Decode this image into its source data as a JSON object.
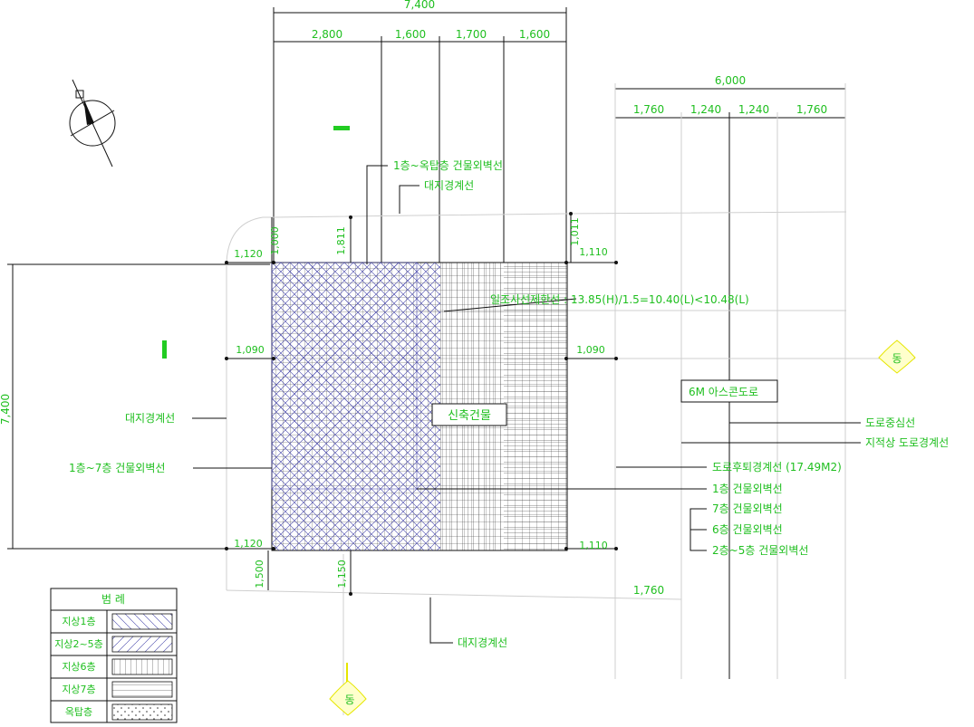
{
  "dims_top": {
    "total": "7,400",
    "seg1": "2,800",
    "seg2": "1,600",
    "seg3": "1,700",
    "seg4": "1,600"
  },
  "dims_right": {
    "total": "6,000",
    "seg1": "1,760",
    "seg2": "1,240",
    "seg3": "1,240",
    "seg4": "1,760"
  },
  "dims_left": {
    "total": "7,400"
  },
  "dims_small": {
    "tl_top": "1,120",
    "tl_v": "1,000",
    "t_v": "1,811",
    "tr_v": "1,011",
    "tr_h": "1,110",
    "l_mid": "1,090",
    "r_mid": "1,090",
    "bl": "1,120",
    "br": "1,110",
    "b_v1": "1,500",
    "b_v2": "1,150",
    "b_right": "1,760"
  },
  "labels": {
    "roof_line": "1층~옥탑층 건물외벽선",
    "site_top": "대지경계선",
    "slant_limit": "일조사선제한선 : 13.85(H)/1.5=10.40(L)<10.48(L)",
    "east": "동",
    "road_6m": "6M 아스콘도로",
    "road_center": "도로중심선",
    "road_boundary": "지적상 도로경계선",
    "site_left": "대지경계선",
    "wall_1_7": "1층~7층 건물외벽선",
    "new_building": "신축건물",
    "road_after": "도로후퇴경계선 (17.49M2)",
    "floor1": "1층 건물외벽선",
    "floor7": "7층 건물외벽선",
    "floor6": "6층 건물외벽선",
    "floor2_5": "2층~5층 건물외벽선",
    "site_bottom": "대지경계선",
    "south": "동"
  },
  "legend": {
    "title": "범 례",
    "rows": [
      "지상1층",
      "지상2~5층",
      "지상6층",
      "지상7층",
      "옥탑층"
    ]
  },
  "colors": {
    "dimension_text": "#1fbf1f",
    "line": "#111111",
    "hatch": "#4444aa",
    "marker": "#e6e600"
  }
}
